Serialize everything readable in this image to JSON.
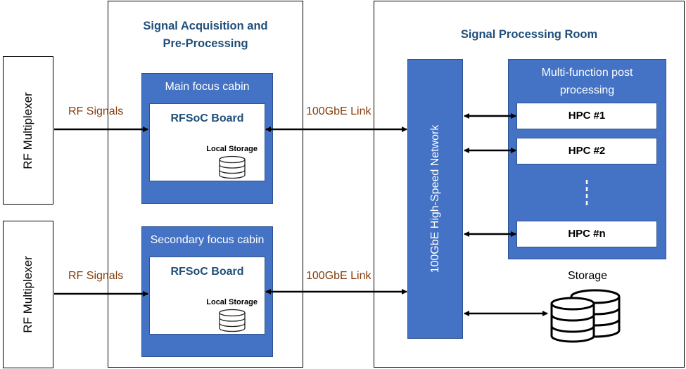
{
  "rf_mux_labels": [
    "RF Multiplexer",
    "RF Multiplexer"
  ],
  "acquisition": {
    "title_line1": "Signal Acquisition and",
    "title_line2": "Pre-Processing",
    "cabins": [
      {
        "title": "Main focus cabin",
        "board": "RFSoC Board",
        "storage": "Local Storage"
      },
      {
        "title": "Secondary focus cabin",
        "board": "RFSoC Board",
        "storage": "Local Storage"
      }
    ]
  },
  "links": {
    "rf_signals": [
      "RF Signals",
      "RF Signals"
    ],
    "gbe_links": [
      "100GbE Link",
      "100GbE Link"
    ]
  },
  "processing": {
    "title": "Signal Processing Room",
    "network_label": "100GbE High-Speed Network",
    "post_title_line1": "Multi-function post",
    "post_title_line2": "processing",
    "hpcs": [
      "HPC #1",
      "HPC #2",
      "HPC #n"
    ],
    "storage_label": "Storage"
  },
  "colors": {
    "box_blue": "#4472c4",
    "title_navy": "#1f4e79",
    "link_orange": "#843c0c"
  }
}
